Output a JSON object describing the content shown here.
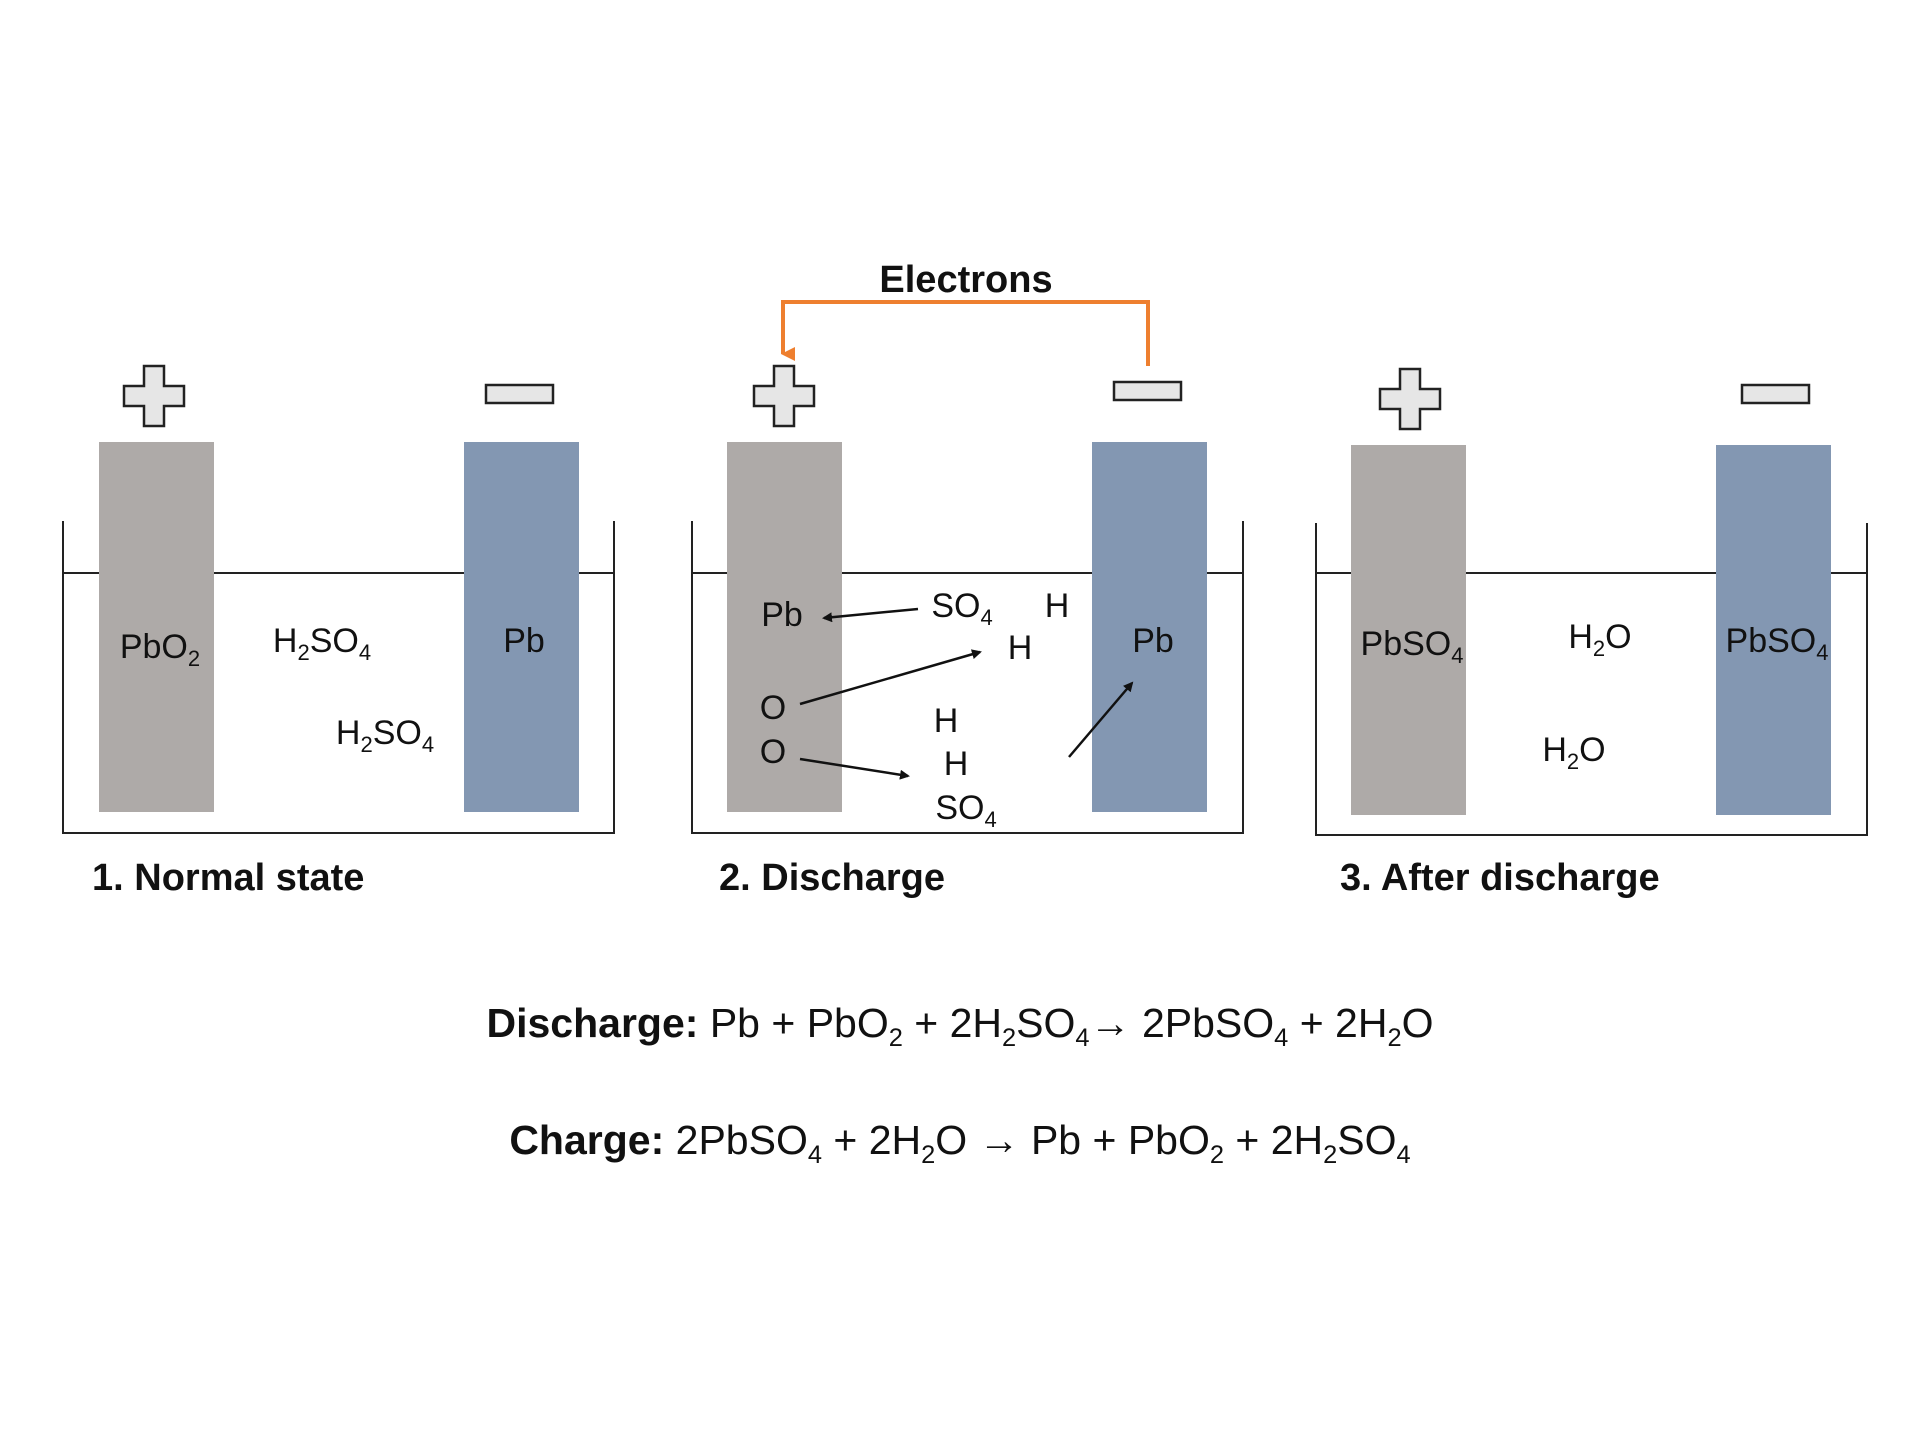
{
  "colors": {
    "positive_plate": "#aeaaa8",
    "negative_plate": "#8397b2",
    "electron_wire": "#ee7f2f",
    "terminal_fill": "#e6e6e6",
    "outline": "#222222"
  },
  "icons": {
    "positive": "plus-terminal-icon",
    "negative": "minus-terminal-icon"
  },
  "electrons_label": "Electrons",
  "cells": [
    {
      "caption": "1. Normal state",
      "left_plate": {
        "main": "PbO",
        "sub": "2",
        "tail": ""
      },
      "right_plate": {
        "main": "Pb",
        "sub": "",
        "tail": ""
      },
      "solution": [
        {
          "main": "H",
          "sub": "2",
          "tail": "SO",
          "sub2": "4"
        },
        {
          "main": "H",
          "sub": "2",
          "tail": "SO",
          "sub2": "4"
        }
      ]
    },
    {
      "caption": "2. Discharge",
      "left_plate": {
        "main": "Pb",
        "sub": "",
        "tail": ""
      },
      "right_plate": {
        "main": "Pb",
        "sub": "",
        "tail": ""
      },
      "plate_ions": [
        "O",
        "O"
      ],
      "solution": [
        {
          "main": "SO",
          "sub": "4",
          "tail": "",
          "sub2": ""
        },
        {
          "main": "H",
          "sub": "",
          "tail": "",
          "sub2": ""
        },
        {
          "main": "H",
          "sub": "",
          "tail": "",
          "sub2": ""
        },
        {
          "main": "H",
          "sub": "",
          "tail": "",
          "sub2": ""
        },
        {
          "main": "H",
          "sub": "",
          "tail": "",
          "sub2": ""
        },
        {
          "main": "SO",
          "sub": "4",
          "tail": "",
          "sub2": ""
        }
      ]
    },
    {
      "caption": "3. After discharge",
      "left_plate": {
        "main": "PbSO",
        "sub": "4",
        "tail": ""
      },
      "right_plate": {
        "main": "PbSO",
        "sub": "4",
        "tail": ""
      },
      "solution": [
        {
          "main": "H",
          "sub": "2",
          "tail": "O",
          "sub2": ""
        },
        {
          "main": "H",
          "sub": "2",
          "tail": "O",
          "sub2": ""
        }
      ]
    }
  ],
  "equations": {
    "discharge": {
      "label": "Discharge:",
      "parts": [
        "Pb + PbO",
        "2",
        " + 2H",
        "2",
        "SO",
        "4",
        "→ 2PbSO",
        "4",
        " + 2H",
        "2",
        "O"
      ]
    },
    "charge": {
      "label": "Charge:",
      "parts": [
        "2PbSO",
        "4",
        " + 2H",
        "2",
        "O → Pb + PbO",
        "2",
        " + 2H",
        "2",
        "SO",
        "4"
      ]
    }
  }
}
